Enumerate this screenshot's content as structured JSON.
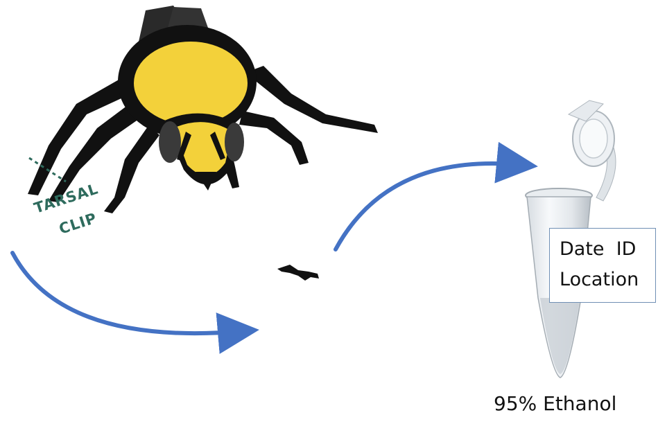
{
  "annotation": {
    "line1": "TARSAL",
    "line2": "CLIP"
  },
  "tube_label": {
    "line1": "Date  ID",
    "line2": "Location"
  },
  "tube_caption": "95% Ethanol",
  "colors": {
    "arrow": "#4472c4",
    "bee_yellow": "#f3d13a",
    "bee_black": "#111111",
    "annotation": "#2e6b5d",
    "label_border": "#6f8fb4"
  },
  "icons": [
    "bumblebee-illustration",
    "tarsal-clip-fragment",
    "microcentrifuge-tube"
  ]
}
